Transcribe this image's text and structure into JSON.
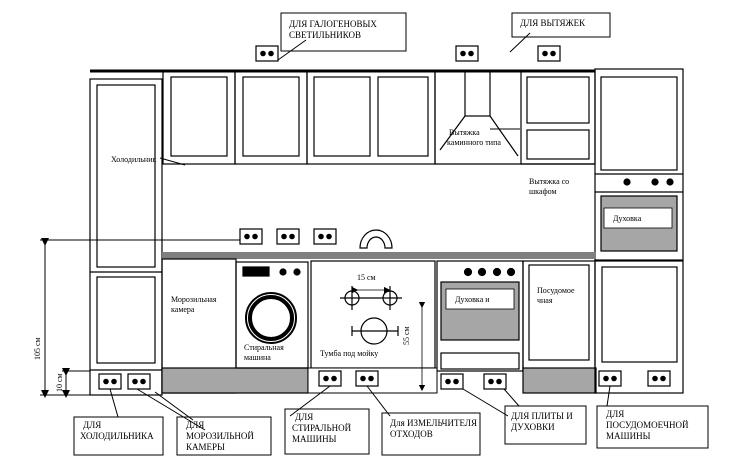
{
  "callouts": {
    "halogen": [
      "ДЛЯ ГАЛОГЕНОВЫХ",
      "СВЕТИЛЬНИКОВ"
    ],
    "hoods": [
      "ДЛЯ ВЫТЯЖЕК"
    ],
    "fridge": [
      "ДЛЯ",
      "ХОЛОДИЛЬНИКА"
    ],
    "freezer": [
      "ДЛЯ",
      "МОРОЗИЛЬНОЙ",
      "КАМЕРЫ"
    ],
    "washer": [
      "ДЛЯ",
      "СТИРАЛЬНОЙ",
      "МАШИНЫ"
    ],
    "disposer": [
      "Для ИЗМЕЛЬЧИТЕЛЯ",
      "ОТХОДОВ"
    ],
    "stove": [
      "ДЛЯ ПЛИТЫ И",
      "ДУХОВКИ"
    ],
    "dishwasher": [
      "ДЛЯ",
      "ПОСУДОМОЕЧНОЙ",
      "МАШИНЫ"
    ]
  },
  "labels": {
    "fridge": "Холодильник",
    "freezer": [
      "Морозильная",
      "камера"
    ],
    "washer": [
      "Стиральная",
      "машина"
    ],
    "sink_cabinet": "Тумба под мойку",
    "sink_dim": "15 см",
    "sink_height": "55 см",
    "fireplace_hood": [
      "Вытяжка",
      "каминного типа"
    ],
    "cabinet_hood": [
      "Вытяжка со",
      "шкафом"
    ],
    "oven_top": "Духовка",
    "oven_bottom": "Духовка и",
    "dishwasher": [
      "Посудомое",
      "чная"
    ],
    "dim_105": "105 см",
    "dim_10": "10 см"
  },
  "colors": {
    "stroke": "#000000",
    "gray": "#a6a6a6",
    "dark_gray": "#808080",
    "countertop": "#7f7f7f"
  }
}
